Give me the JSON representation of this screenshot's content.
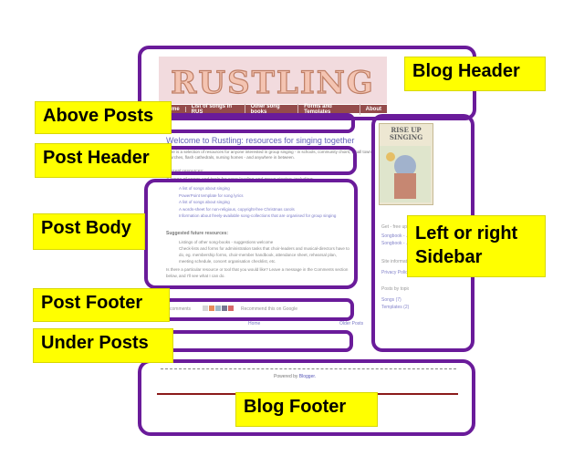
{
  "labels": {
    "blog_header": "Blog Header",
    "above_posts": "Above Posts",
    "post_header": "Post Header",
    "post_body": "Post Body",
    "sidebar": "Left or right Sidebar",
    "post_footer": "Post Footer",
    "under_posts": "Under Posts",
    "blog_footer": "Blog Footer"
  },
  "blog": {
    "logo_text": "RUSTLING",
    "nav": [
      "Home",
      "List of songs in RUS",
      "Other song books",
      "Forms and Templates",
      "About"
    ],
    "post_title": "Welcome to Rustling: resources for singing together",
    "intro": "Here is a selection of resources for anyone interested in group singing - in schools, community choirs, small town churches, flash cathedrals, nursing homes - and anywhere in between.",
    "current_heading": "Current resources:",
    "resources_intro": "A range of songs and tools for song-leading and group singing, including:",
    "bullets": [
      "A list of songs about singing",
      "PowerPoint template for song lyrics",
      "A list of songs about singing",
      "A words-sheet for non-religious, copyright-free Christmas carols",
      "Information about freely-available song-collections that are organised for group singing"
    ],
    "future_heading": "Suggested future resources:",
    "future_bullets": [
      "Listings of other song-books - suggestions welcome",
      "Check-lists and forms for administration tasks that choir-leaders and musical-directors have to do, eg. membership forms, choir-member handbook, attendance sheet, rehearsal plan, meeting schedule, concert organisation checklist, etc."
    ],
    "closing": "Is there a particular resource or tool that you would like? Leave a message in the Comments section below, and I'll see what I can do.",
    "comments": "comments",
    "recommend": "Recommend this on Google",
    "home_link": "Home",
    "older_posts": "Older Posts",
    "powered_by": "Powered by",
    "blogger": "Blogger.",
    "book_title": "RISE UP SINGING",
    "sidebar_items": [
      "Get - free up...",
      "Songbook - ...",
      "Songbook - ...",
      "Site information",
      "Privacy Policy",
      "Posts by topic",
      "Songs (7)",
      "Templates (2)"
    ]
  }
}
